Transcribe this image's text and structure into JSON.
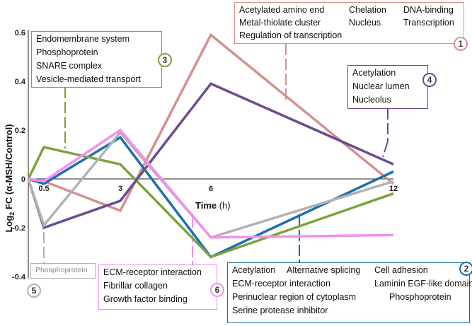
{
  "chart_data": {
    "type": "line",
    "ylabel_main": "Log",
    "ylabel_sub": "2",
    "ylabel_rest": " FC (α-MSH/Control)",
    "xlabel_main": "Time",
    "xlabel_unit": " (h)",
    "x": [
      0,
      0.5,
      3,
      6,
      12
    ],
    "x_tick_labels": [
      "0.5",
      "3",
      "6",
      "12"
    ],
    "y_ticks": [
      "0.6",
      "0.4",
      "0.2",
      "0",
      "-0.2",
      "-0.4"
    ],
    "ylim": [
      -0.4,
      0.6
    ],
    "series": [
      {
        "id": "1",
        "color": "#d4918e",
        "values": [
          0,
          -0.01,
          -0.13,
          0.59,
          -0.02
        ]
      },
      {
        "id": "2",
        "color": "#1a6fb0",
        "values": [
          0,
          -0.02,
          0.17,
          -0.32,
          0.03
        ]
      },
      {
        "id": "3",
        "color": "#7da23c",
        "values": [
          0,
          0.13,
          0.06,
          -0.32,
          -0.06
        ]
      },
      {
        "id": "4",
        "color": "#6a4c8e",
        "values": [
          0,
          -0.2,
          -0.09,
          0.39,
          0.06
        ]
      },
      {
        "id": "5",
        "color": "#b2b2b2",
        "values": [
          0,
          -0.19,
          0.19,
          -0.24,
          -0.01
        ]
      },
      {
        "id": "6",
        "color": "#f48ff0",
        "values": [
          0,
          -0.01,
          0.2,
          -0.24,
          -0.23
        ]
      }
    ]
  },
  "annotations": [
    {
      "id": "1",
      "color": "#d4918e",
      "lines": [
        [
          "Acetylated amino end",
          "Chelation",
          "DNA-binding"
        ],
        [
          "Metal-thiolate cluster",
          "Nucleus",
          "Transcription"
        ],
        [
          "Regulation of transcription"
        ]
      ]
    },
    {
      "id": "2",
      "color": "#1a6fb0",
      "lines": [
        [
          "Acetylation",
          "Alternative splicing",
          "Cell adhesion"
        ],
        [
          "ECM-receptor interaction",
          "Laminin EGF-like domain"
        ],
        [
          "Perinuclear region of cytoplasm",
          "Phosphoprotein"
        ],
        [
          "Serine protease inhibitor"
        ]
      ]
    },
    {
      "id": "3",
      "color": "#7da23c",
      "lines": [
        [
          "Endomembrane system"
        ],
        [
          "Phosphoprotein"
        ],
        [
          "SNARE complex"
        ],
        [
          "Vesicle-mediated transport"
        ]
      ]
    },
    {
      "id": "4",
      "color": "#6a4c8e",
      "lines": [
        [
          "Acetylation"
        ],
        [
          "Nuclear lumen"
        ],
        [
          "Nucleolus"
        ]
      ]
    },
    {
      "id": "5",
      "color": "#b2b2b2",
      "lines": [
        [
          "Phosphoprotein"
        ]
      ]
    },
    {
      "id": "6",
      "color": "#f48ff0",
      "lines": [
        [
          "ECM-receptor interaction"
        ],
        [
          "Fibrillar collagen"
        ],
        [
          "Growth factor binding"
        ]
      ]
    }
  ]
}
